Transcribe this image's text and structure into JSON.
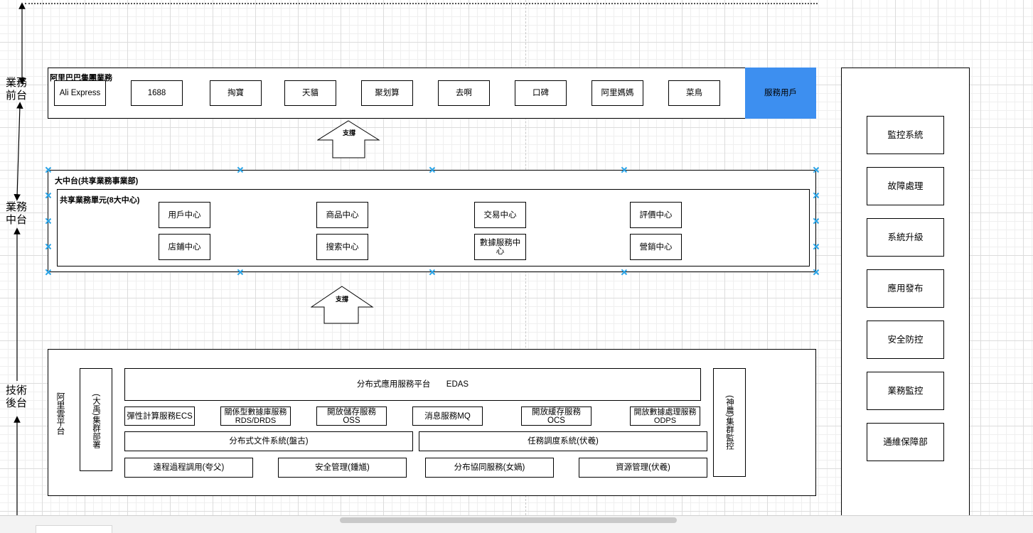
{
  "layers": {
    "front": "業務\n前台",
    "middle": "業務\n中台",
    "back": "技術\n後台"
  },
  "front_stage": {
    "title": "阿里巴巴集團業務",
    "apps": [
      "Ali Express",
      "1688",
      "掏寶",
      "天貓",
      "聚划算",
      "去啊",
      "口碑",
      "阿里媽媽",
      "菜鳥"
    ],
    "highlight": "服務用戶",
    "highlight_color": "#3d8ff0"
  },
  "arrows": {
    "upper": "支撐",
    "lower": "支撐"
  },
  "middle_platform": {
    "title": "大中台(共享業務事業部)",
    "unit_title": "共享業務單元(8大中心)",
    "centers": [
      "用戶中心",
      "商品中心",
      "交易中心",
      "評價中心",
      "店鋪中心",
      "搜索中心",
      "數據服務中心",
      "營銷中心"
    ]
  },
  "tech_backend": {
    "platform_label": "阿里雲平台",
    "left_vertical": "(大禹)集群部署",
    "right_vertical": "(神農)集群監控",
    "edas": "分布式應用服務平台       EDAS",
    "services": [
      "彈性計算服務ECS",
      "關係型數據庫服務\nRDS/DRDS",
      "開放儲存服務OSS",
      "消息服務MQ",
      "開放緩存服務OCS",
      "開放數據處理服務\nODPS"
    ],
    "row3": [
      "分布式文件系統(盤古)",
      "任務調度系統(伏羲)"
    ],
    "row4": [
      "遠程過程調用(夸父)",
      "安全管理(鍾馗)",
      "分布協同服務(女媧)",
      "資源管理(伏羲)"
    ]
  },
  "ops": {
    "items": [
      "監控系統",
      "故障處理",
      "系統升級",
      "應用發布",
      "安全防控",
      "業務監控",
      "通維保障部"
    ]
  }
}
